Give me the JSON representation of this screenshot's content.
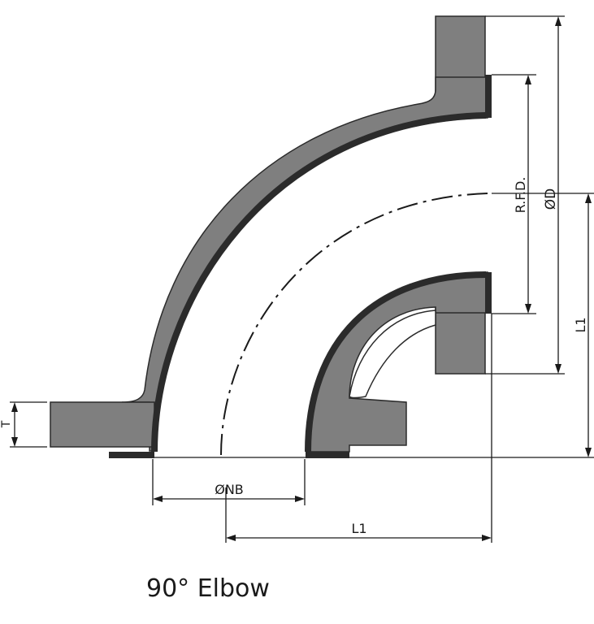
{
  "title": "90° Elbow",
  "labels": {
    "rfd": "R.F.D.",
    "od": "ØD",
    "l1_vertical": "L1",
    "l1_horizontal": "L1",
    "nb": "ØNB",
    "flange_thickness": "T"
  },
  "colors": {
    "body_fill": "#7f7f7f",
    "lining": "#2b2b2b",
    "lines": "#1a1a1a",
    "background": "#ffffff"
  }
}
